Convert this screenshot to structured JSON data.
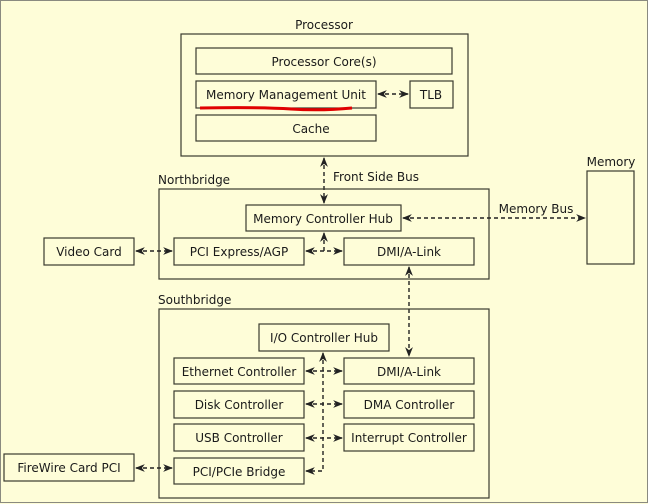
{
  "processor": {
    "label": "Processor",
    "core": "Processor Core(s)",
    "mmu": "Memory Management Unit",
    "tlb": "TLB",
    "cache": "Cache",
    "highlight_color": "#e00000"
  },
  "front_side_bus": "Front Side Bus",
  "northbridge": {
    "label": "Northbridge",
    "mch": "Memory Controller Hub",
    "pci_express": "PCI Express/AGP",
    "dmi": "DMI/A-Link"
  },
  "video_card": "Video Card",
  "memory": {
    "label": "Memory",
    "bus": "Memory Bus"
  },
  "southbridge": {
    "label": "Southbridge",
    "ich": "I/O Controller Hub",
    "ethernet": "Ethernet Controller",
    "dmi": "DMI/A-Link",
    "disk": "Disk Controller",
    "dma": "DMA Controller",
    "usb": "USB Controller",
    "interrupt": "Interrupt Controller",
    "pci_bridge": "PCI/PCIe Bridge"
  },
  "firewire": "FireWire Card PCI"
}
